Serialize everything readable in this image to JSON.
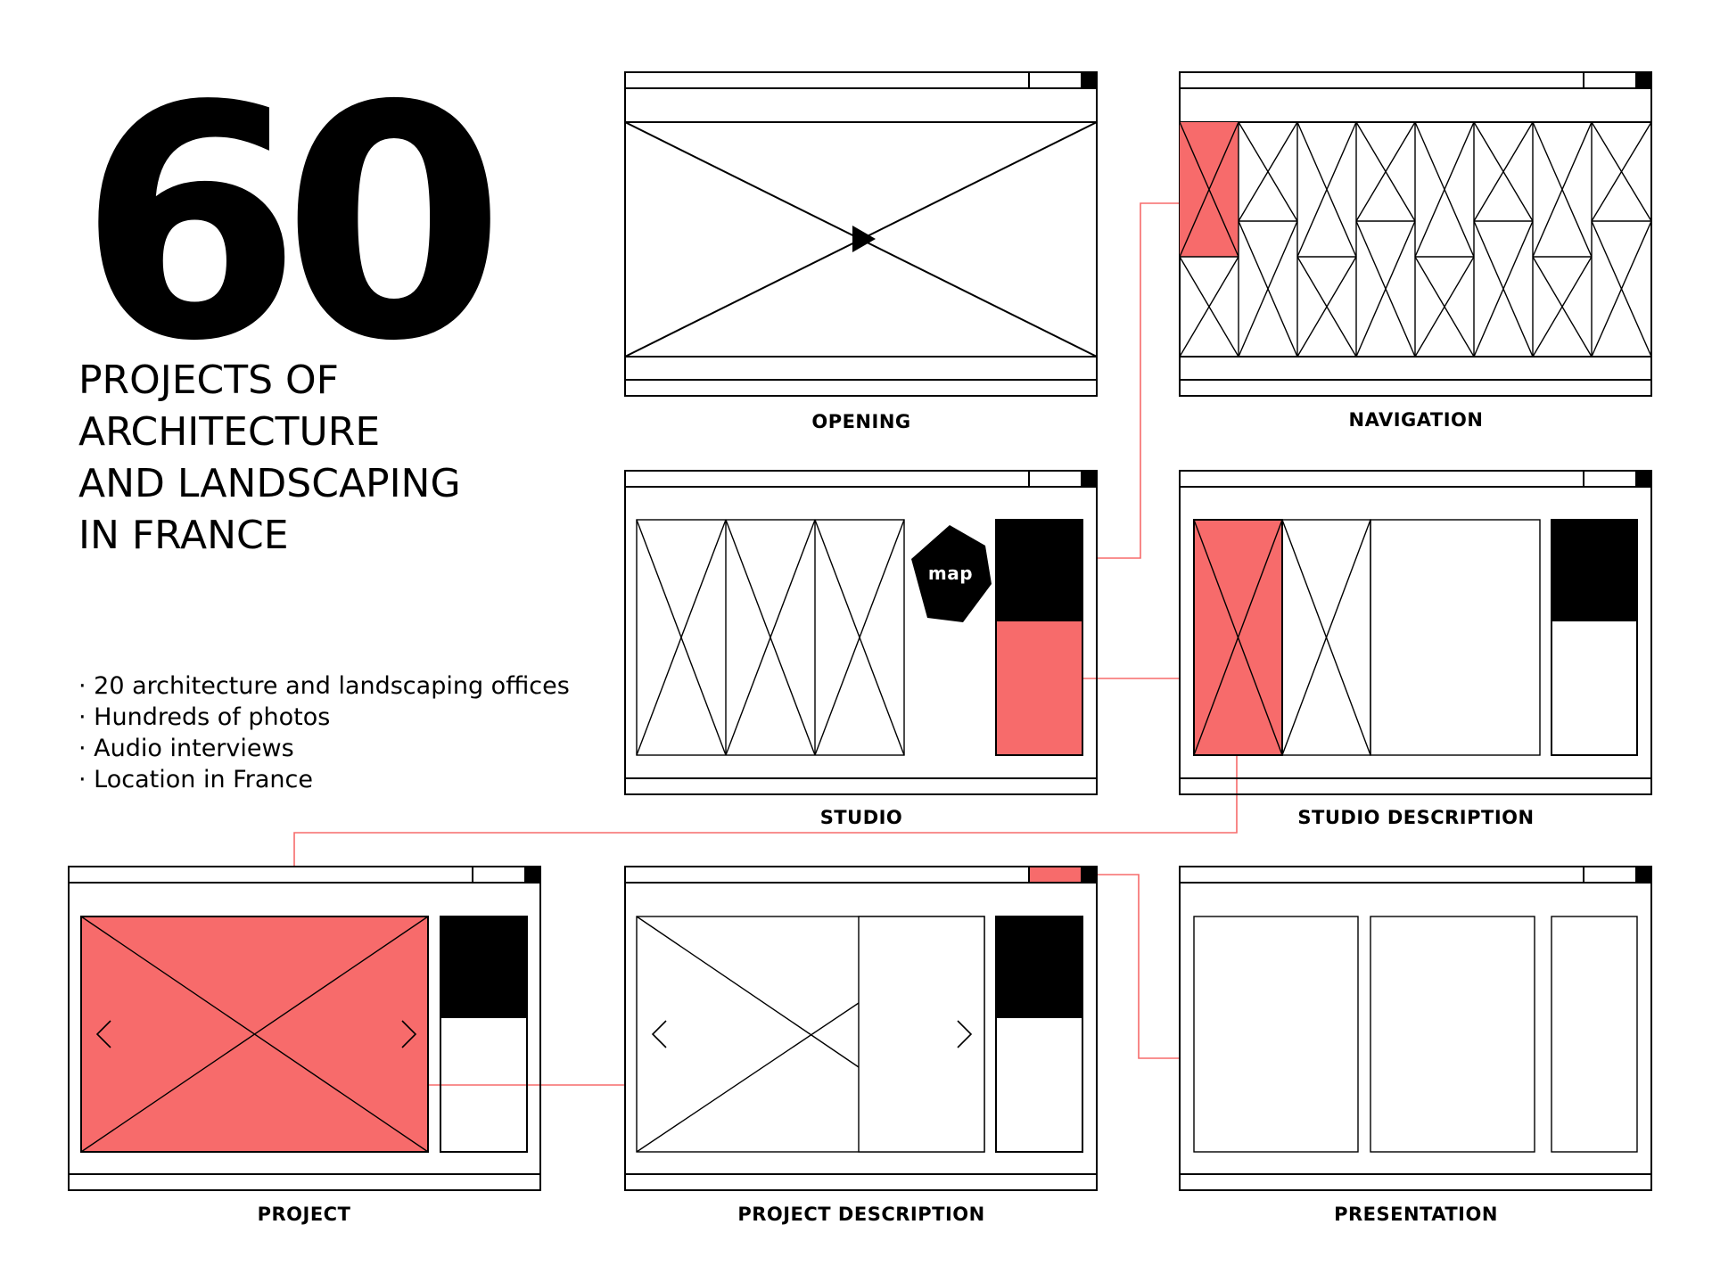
{
  "hero": {
    "number": "60",
    "headline": [
      "PROJECTS OF",
      "ARCHITECTURE",
      "AND LANDSCAPING",
      "IN FRANCE"
    ],
    "features": [
      "20 architecture and landscaping offices",
      "Hundreds of photos",
      "Audio interviews",
      "Location in France"
    ]
  },
  "screens": {
    "opening": "OPENING",
    "navigation": "NAVIGATION",
    "studio": "STUDIO",
    "studio_description": "STUDIO DESCRIPTION",
    "project": "PROJECT",
    "project_description": "PROJECT DESCRIPTION",
    "presentation": "PRESENTATION"
  },
  "map_label": "map",
  "colors": {
    "accent": "#f76b6b",
    "ink": "#000000",
    "paper": "#ffffff"
  }
}
